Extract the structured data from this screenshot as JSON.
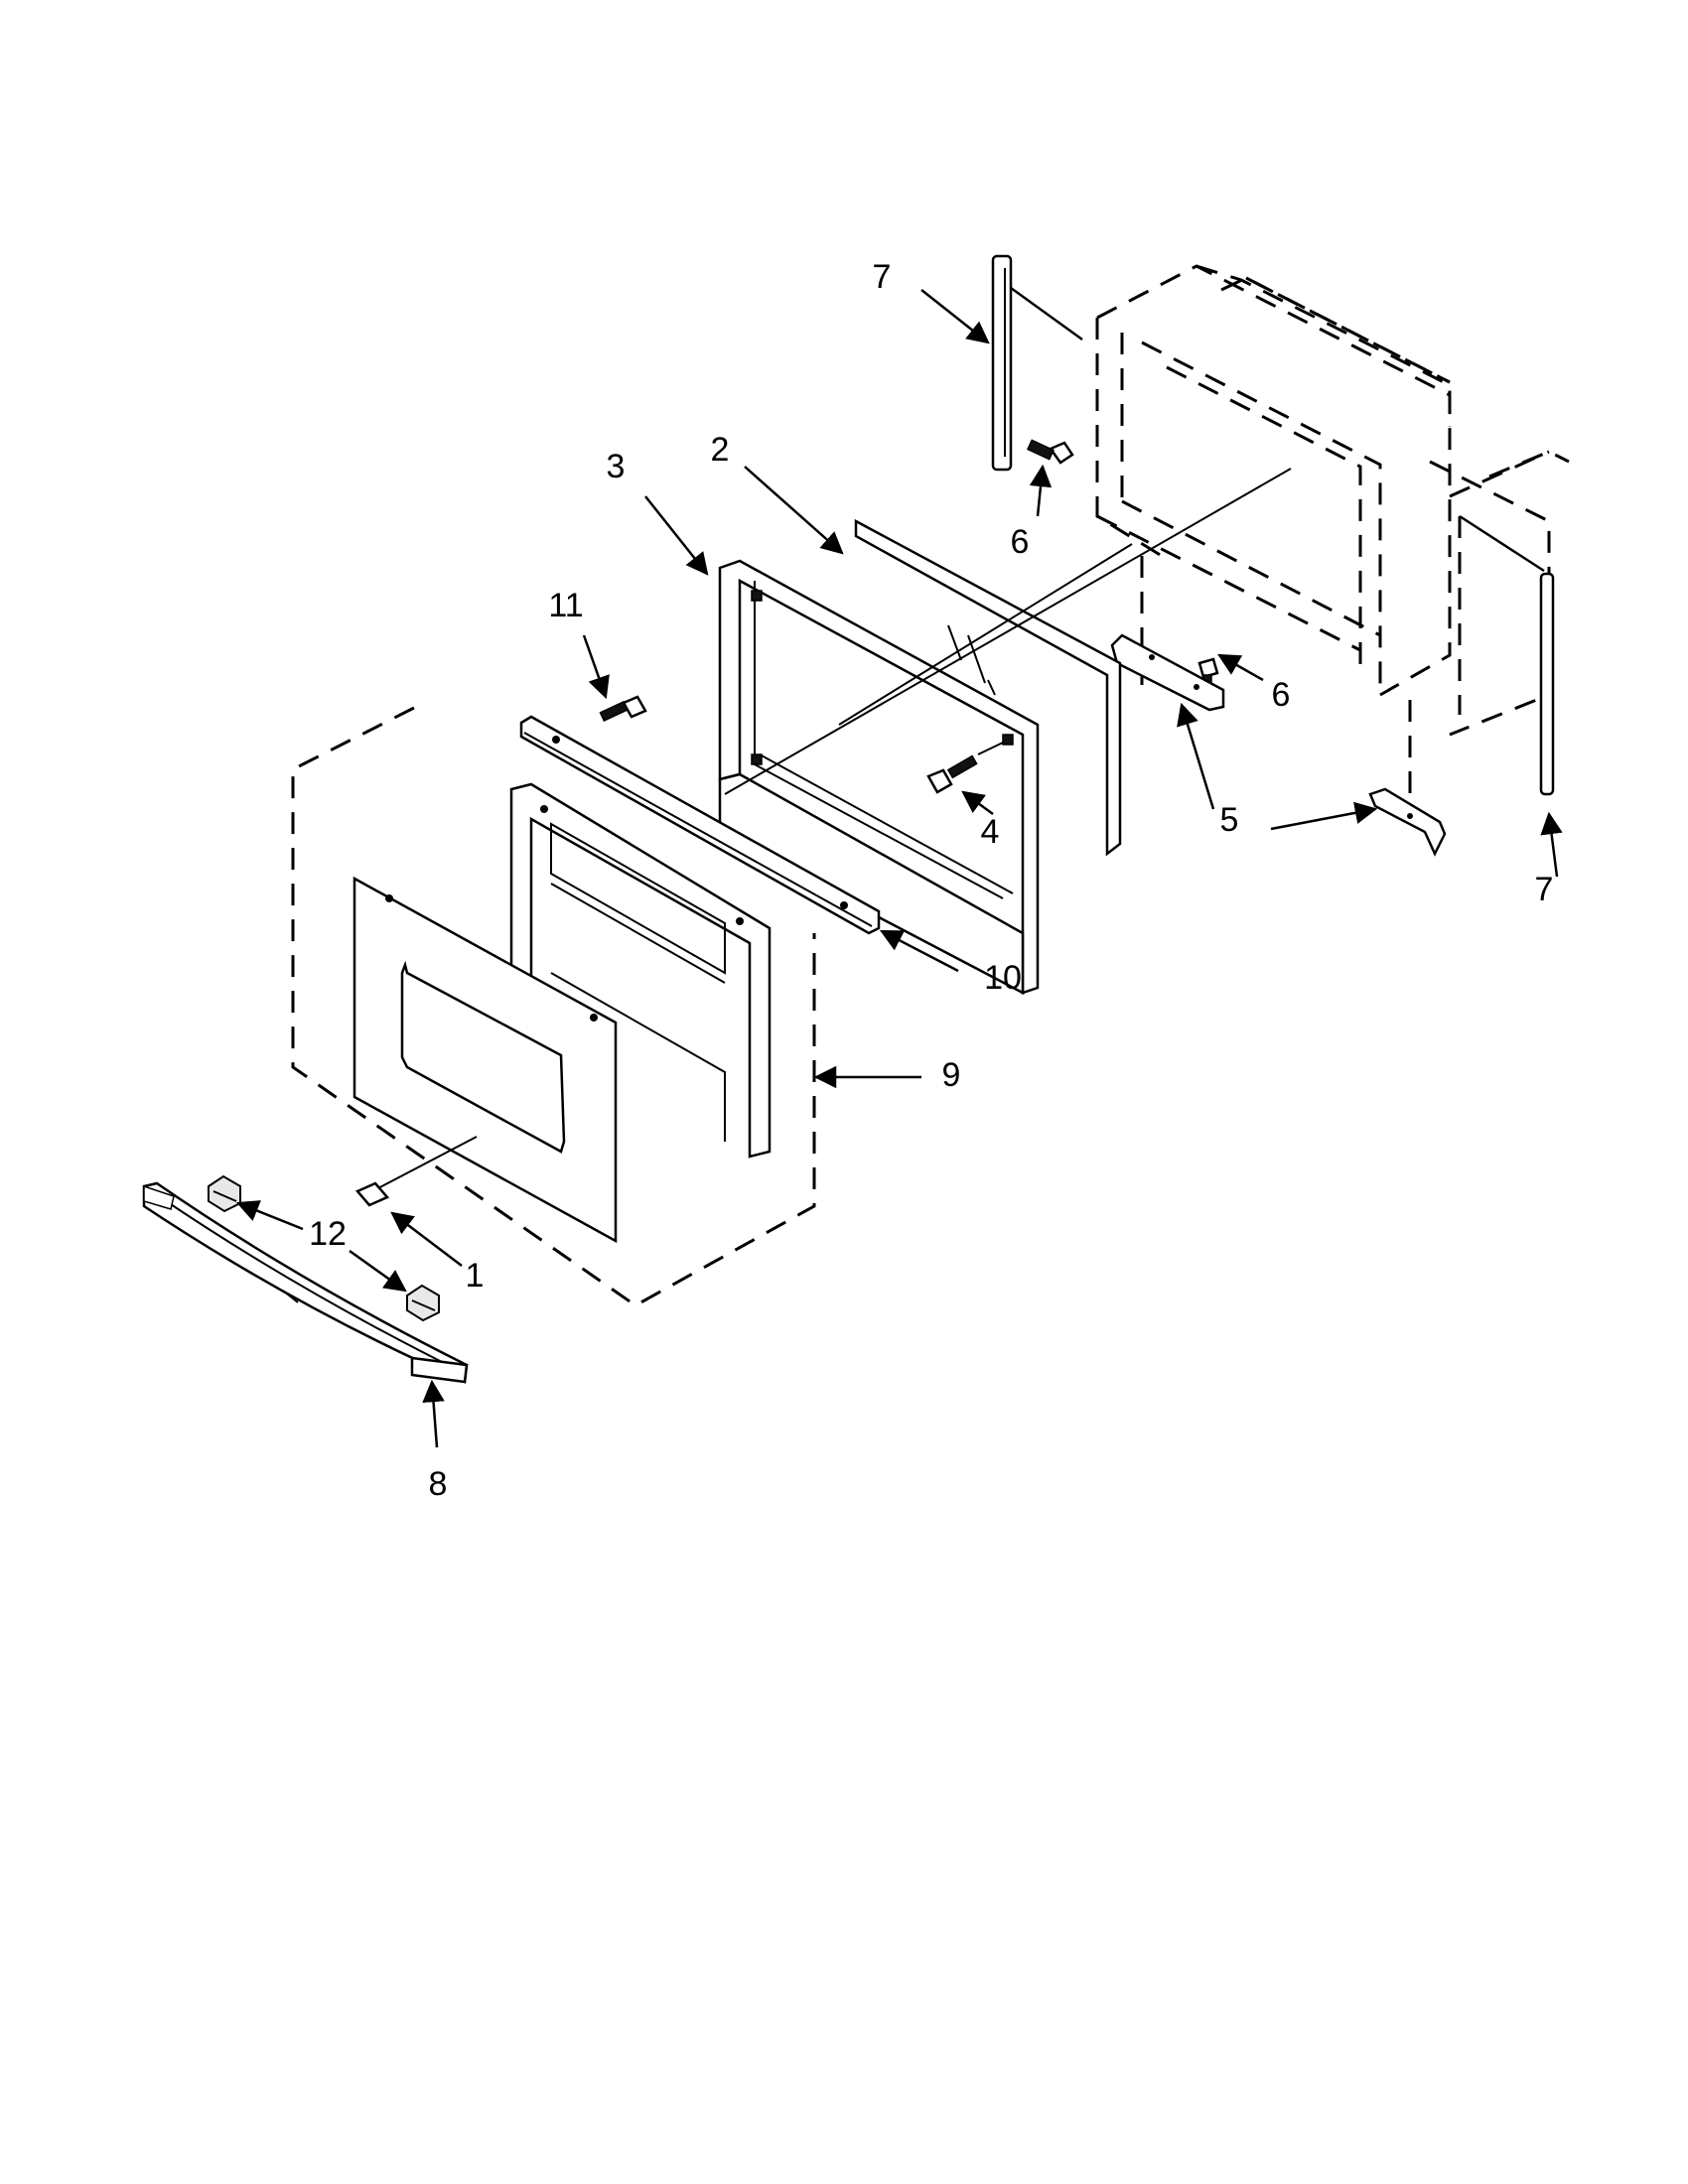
{
  "callouts": [
    {
      "id": "c7a",
      "text": "7"
    },
    {
      "id": "c3",
      "text": "3"
    },
    {
      "id": "c2",
      "text": "2"
    },
    {
      "id": "c6a",
      "text": "6"
    },
    {
      "id": "c11",
      "text": "11"
    },
    {
      "id": "c6b",
      "text": "6"
    },
    {
      "id": "c4",
      "text": "4"
    },
    {
      "id": "c5",
      "text": "5"
    },
    {
      "id": "c7b",
      "text": "7"
    },
    {
      "id": "c10",
      "text": "10"
    },
    {
      "id": "c9",
      "text": "9"
    },
    {
      "id": "c12",
      "text": "12"
    },
    {
      "id": "c1",
      "text": "1"
    },
    {
      "id": "c8",
      "text": "8"
    }
  ]
}
